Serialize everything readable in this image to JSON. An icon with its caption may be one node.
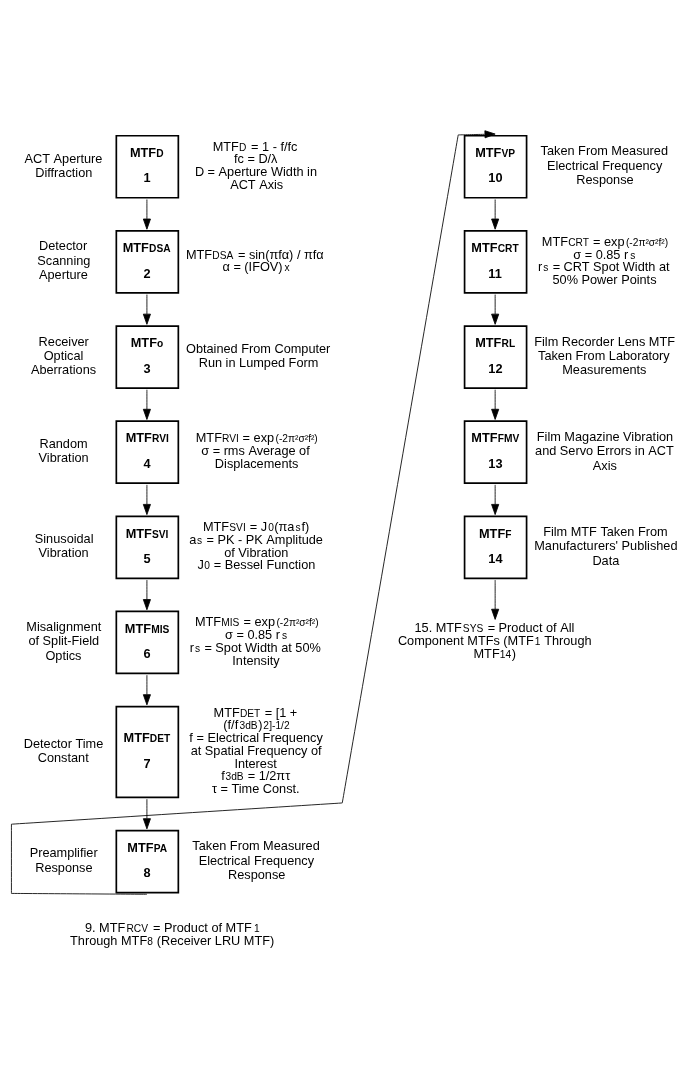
{
  "diagram": {
    "nodes": [
      {
        "text": [
          "MTF$_{D}$",
          "1"
        ],
        "beside": [
          "ACT Aperture Diffraction",
          "MTF$_{D}$ = 1 - f/fc",
          "fc = D/λ",
          "D = Aperture Width in ACT Axis"
        ]
      },
      {
        "text": [
          "MTF$_{DSA}$",
          "2"
        ],
        "beside": [
          "Detector Scanning Aperture",
          "MTF$_{DSA}$ = sin(πfα) / πfα",
          "α = (IFOV)$_{x}$"
        ]
      },
      {
        "text": [
          "MTF$_{o}$",
          "3"
        ],
        "beside": [
          "Receiver Optical Aberrations",
          "Obtained From Computer Run in Lumped Form"
        ]
      },
      {
        "text": [
          "MTF$_{RVI}$",
          "4"
        ],
        "beside": [
          "Random Vibration",
          "MTF$_{RVI}$ = exp$^{(-2π²σ²f²)}$",
          "σ = rms Average of Displacements"
        ]
      },
      {
        "text": [
          "MTF$_{SVI}$",
          "5"
        ],
        "beside": [
          "Sinusoidal Vibration",
          "MTF$_{SVI}$ = J$_{0}$(πa$_{s}$f)",
          "a$_{s}$ = PK - PK Amplitude of Vibration",
          "J$_{0}$ = Bessel Function"
        ]
      },
      {
        "text": [
          "MTF$_{MIS}$",
          "6"
        ],
        "beside": [
          "Misalignment of Split-Field Optics",
          "MTF$_{MIS}$ = exp$^{(-2π²σ²f²)}$",
          "σ = 0.85 r$_{s}$",
          "r$_{s}$ = Spot Width at 50% Intensity"
        ]
      },
      {
        "text": [
          "MTF$_{DET}$",
          "7"
        ],
        "beside": [
          "Detector Time Constant",
          "MTF$_{DET}$ = [1 + (f/f$_{3dB}$)$^{2}$]$^{-1/2}$",
          "f = Electrical Frequency at Spatial Frequency of Interest",
          "f$_{3dB}$ = 1/2πτ",
          "τ = Time Const."
        ]
      },
      {
        "text": [
          "MTF$_{PA}$",
          "8"
        ],
        "beside": [
          "Preamplifier Response",
          "Taken From Measured Electrical Frequency Response"
        ]
      },
      {
        "text": [
          "MTF$_{VP}$",
          "10"
        ],
        "beside": [
          "Taken From Measured Electrical Frequency Response"
        ]
      },
      {
        "text": [
          "MTF$_{CRT}$",
          "11"
        ],
        "beside": [
          "MTF$_{CRT}$ = exp$^{(-2π²σ²f²)}$",
          "σ = 0.85 r$_{s}$",
          "r$_{s}$ = CRT Spot Width at 50% Power Points"
        ]
      },
      {
        "text": [
          "MTF$_{RL}$",
          "12"
        ],
        "beside": [
          "Film Recorder Lens MTF Taken From Laboratory Measurements"
        ]
      },
      {
        "text": [
          "MTF$_{FMV}$",
          "13"
        ],
        "beside": [
          "Film Magazine Vibration and Servo Errors in ACT Axis"
        ]
      },
      {
        "text": [
          "MTF$_{F}$",
          "14"
        ],
        "beside": [
          "Film MTF Taken From Manufacturers' Published Data"
        ]
      },
      {
        "text": [
          "15. MTF$_{SYS}$ = Product of All Component MTFs (MTF$_{1}$ Through MTF$_{14}$)"
        ]
      }
    ],
    "edges": [
      {
        "from": 0,
        "to": 1,
        "arrow": "to"
      },
      {
        "from": 1,
        "to": 2,
        "arrow": "to"
      },
      {
        "from": 2,
        "to": 3,
        "arrow": "to"
      },
      {
        "from": 3,
        "to": 4,
        "arrow": "to"
      },
      {
        "from": 4,
        "to": 5,
        "arrow": "to"
      },
      {
        "from": 5,
        "to": 6,
        "arrow": "to"
      },
      {
        "from": 6,
        "to": 7,
        "arrow": "to"
      },
      {
        "from": 7,
        "to": 8,
        "arrow": "to"
      },
      {
        "from": 8,
        "to": 9,
        "arrow": "to"
      },
      {
        "from": 9,
        "to": 10,
        "arrow": "to"
      },
      {
        "from": 10,
        "to": 11,
        "arrow": "to"
      },
      {
        "from": 11,
        "to": 12,
        "arrow": "to"
      },
      {
        "from": 12,
        "to": 13,
        "arrow": "to"
      }
    ],
    "labels": [
      "9. MTF$_{RCV}$ = Product of MTF$_{1}$ Through MTF$_{8}$ (Receiver LRU MTF)"
    ]
  }
}
